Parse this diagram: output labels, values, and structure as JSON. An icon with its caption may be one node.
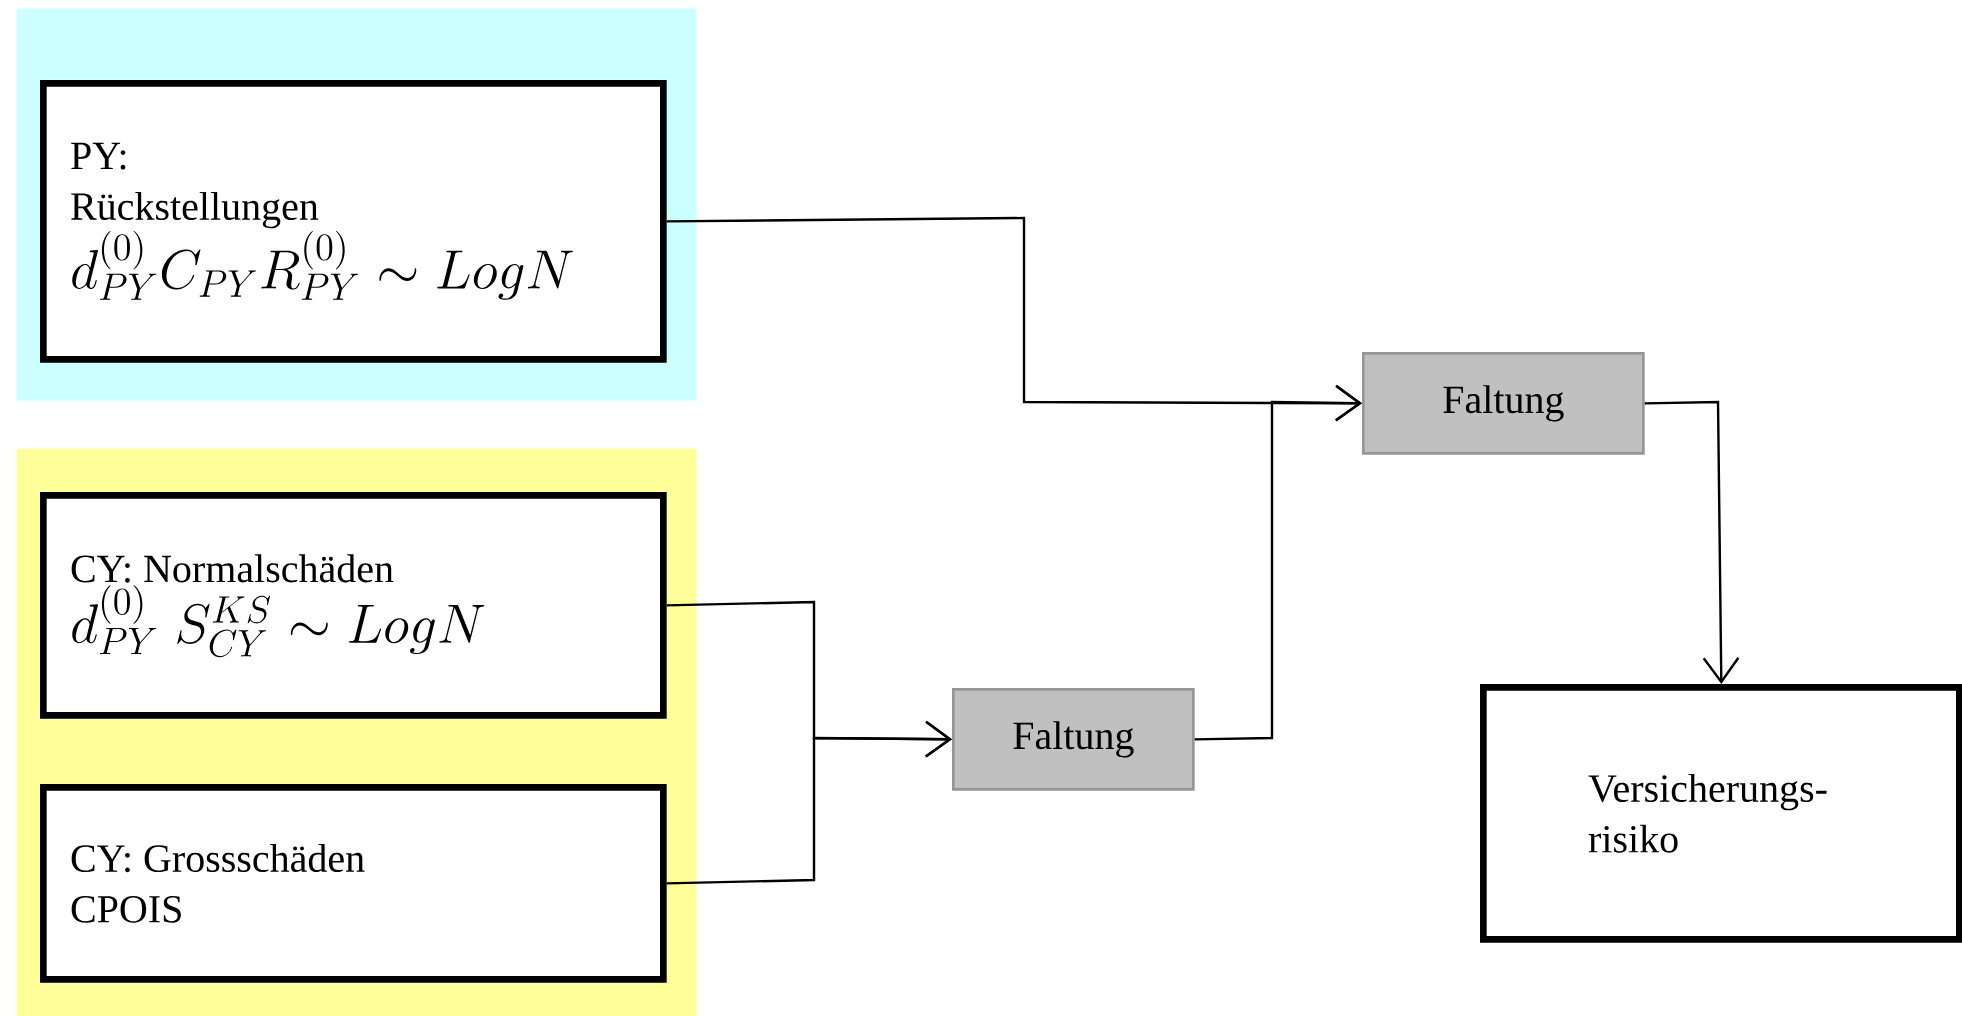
{
  "diagram": {
    "nodes": [
      {
        "text": [],
        "shape": "box"
      },
      {
        "text": [
          "PY:",
          "Rückstellungen",
          "d_{PY}^{(0)}C_{PY}R_{PY}^{(0)} \\sim LogN"
        ],
        "in": 0
      },
      {
        "text": [],
        "shape": "box"
      },
      {
        "text": [
          "CY: Normalschäden",
          "d_{PY}^{(0)}\\; S_{CY}^{KS} \\sim LogN"
        ],
        "in": 2
      },
      {
        "text": [
          "CY: Grossschäden",
          "CPOIS"
        ],
        "in": 2
      },
      {
        "text": [
          "Faltung"
        ]
      },
      {
        "text": [
          "Faltung"
        ]
      },
      {
        "text": [
          "Versicherungs- risiko"
        ]
      }
    ],
    "edges": [
      {
        "from": 1,
        "to": 6,
        "arrow": "to"
      },
      {
        "from": 3,
        "to": 5,
        "arrow": "to"
      },
      {
        "from": 4,
        "to": 5,
        "arrow": "to"
      },
      {
        "from": 5,
        "to": 6,
        "arrow": "to"
      },
      {
        "from": 6,
        "to": 7,
        "arrow": "to"
      }
    ]
  }
}
